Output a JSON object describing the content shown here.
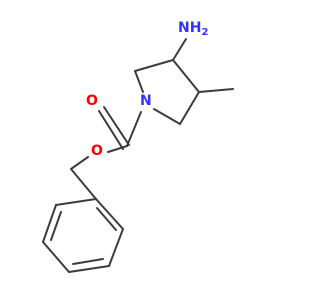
{
  "molecule": {
    "labels": {
      "amine": "NH2",
      "amine_main": "NH",
      "amine_sub": "2",
      "ring_nitrogen": "N",
      "carbonyl_oxygen": "O",
      "ester_oxygen": "O"
    },
    "colors": {
      "bond": "#3c3c3c",
      "nitrogen": "#3333ff",
      "oxygen": "#ff0000"
    }
  }
}
